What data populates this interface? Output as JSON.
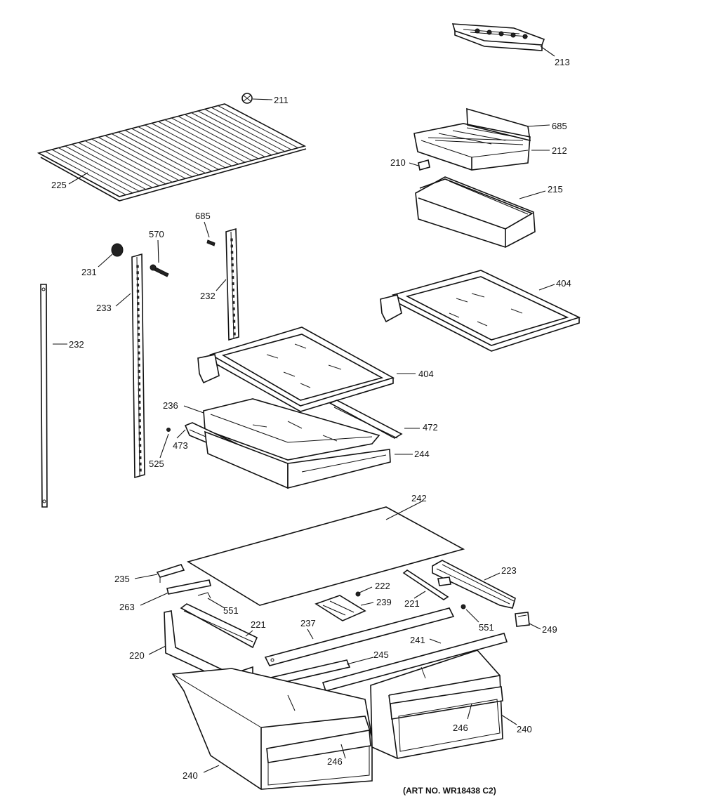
{
  "labels": {
    "p213": "213",
    "p211": "211",
    "p685a": "685",
    "p212": "212",
    "p210": "210",
    "p225": "225",
    "p215": "215",
    "p570": "570",
    "p685b": "685",
    "p231": "231",
    "p404a": "404",
    "p233": "233",
    "p232a": "232",
    "p232b": "232",
    "p404b": "404",
    "p236": "236",
    "p472": "472",
    "p473": "473",
    "p525": "525",
    "p244": "244",
    "p242": "242",
    "p235": "235",
    "p223": "223",
    "p222": "222",
    "p263": "263",
    "p551a": "551",
    "p239": "239",
    "p221a": "221",
    "p221b": "221",
    "p237": "237",
    "p551b": "551",
    "p249": "249",
    "p220": "220",
    "p241": "241",
    "p245": "245",
    "p246a": "246",
    "p240a": "240",
    "p246b": "246",
    "p240b": "240"
  },
  "art_number": "(ART NO. WR18438 C2)"
}
